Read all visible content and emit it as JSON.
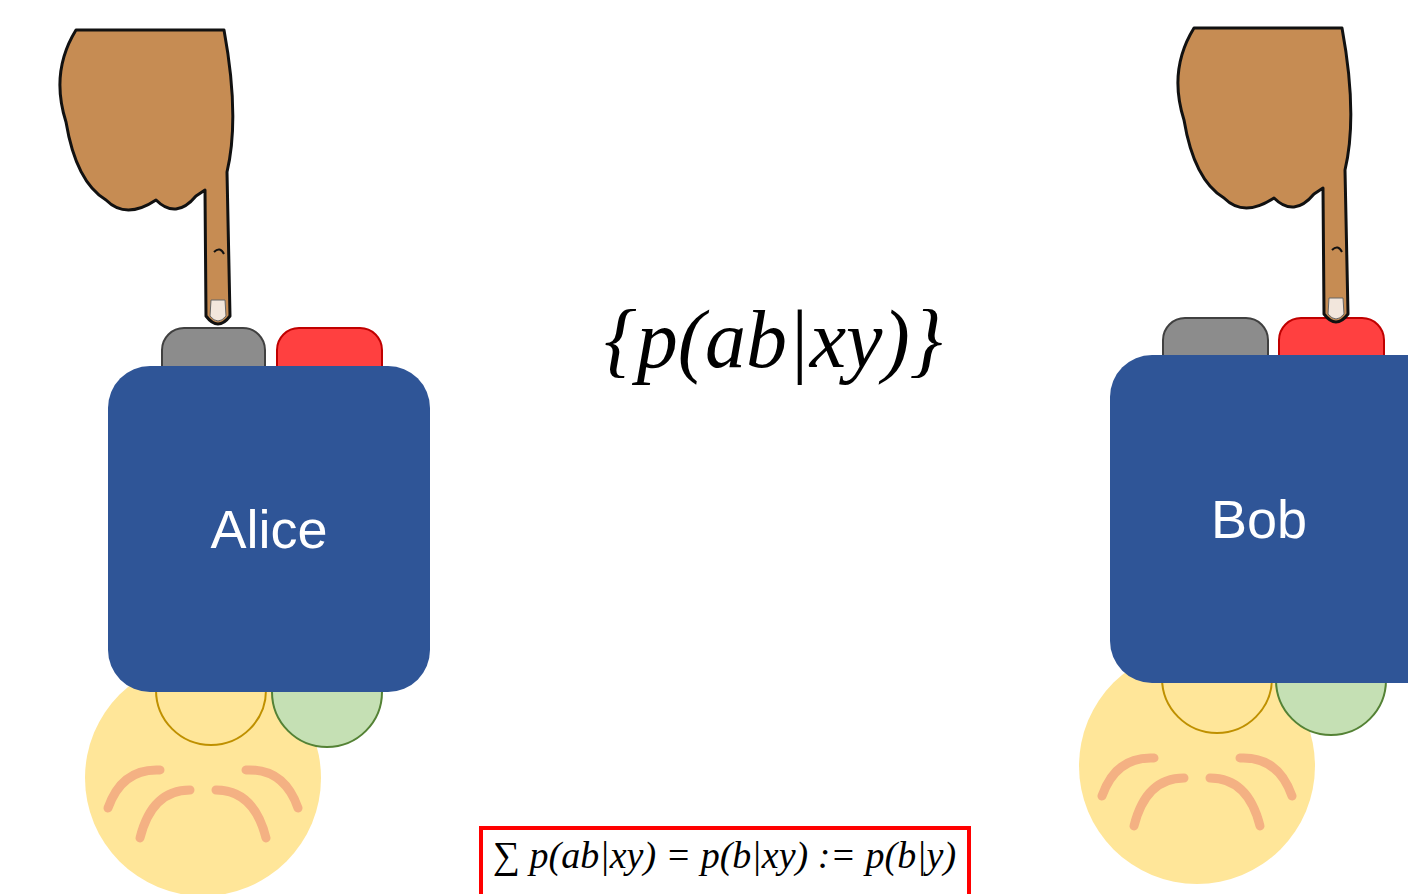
{
  "diagram": {
    "nodes": [
      {
        "text": [
          "Alice"
        ]
      },
      {
        "text": [
          "Bob"
        ]
      },
      {
        "text": [
          "∑ p(ab|xy) = p(b|xy) := p(b|y)"
        ]
      }
    ],
    "labels": [
      "{p(ab|xy)}"
    ]
  }
}
